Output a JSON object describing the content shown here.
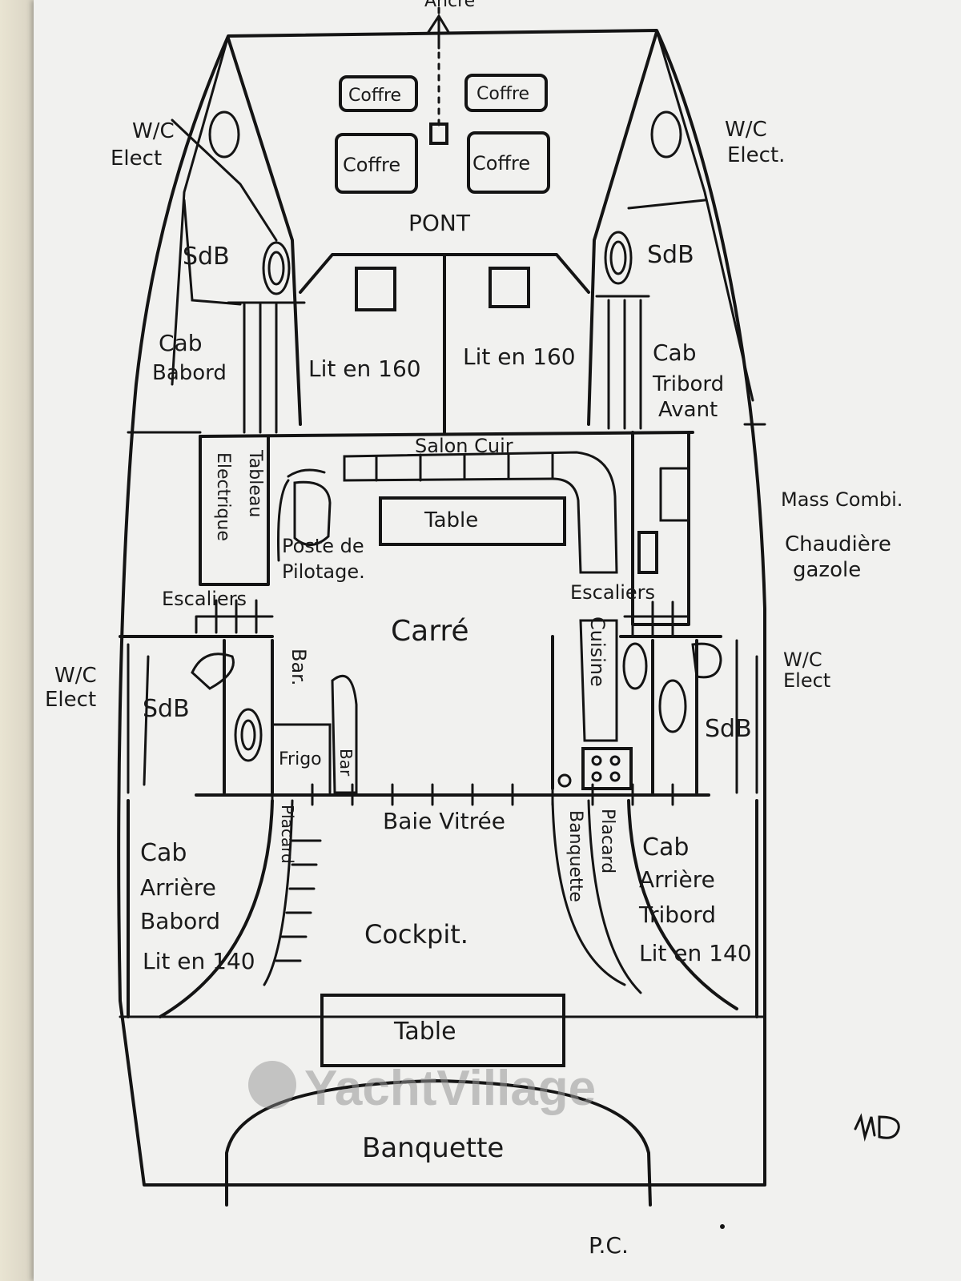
{
  "labels": {
    "anchor": "Ancre",
    "coffre_1": "Coffre",
    "coffre_2": "Coffre",
    "coffre_3": "Coffre",
    "coffre_4": "Coffre",
    "pont": "PONT",
    "wc_elect_fwd_left_1": "W/C",
    "wc_elect_fwd_left_2": "Elect",
    "wc_elect_fwd_right_1": "W/C",
    "wc_elect_fwd_right_2": "Elect.",
    "sdb_fwd_left": "SdB",
    "sdb_fwd_right": "SdB",
    "cab_babord_1": "Cab",
    "cab_babord_2": "Babord",
    "lit_160_left": "Lit en 160",
    "lit_160_right": "Lit en 160",
    "cab_tribord_1": "Cab",
    "cab_tribord_2": "Tribord",
    "cab_tribord_3": "Avant",
    "salon_cuir": "Salon Cuir",
    "tableau_1": "Tableau",
    "tableau_2": "Electrique",
    "table_salon": "Table",
    "mass_combi": "Mass Combi.",
    "chaudiere_1": "Chaudière",
    "chaudiere_2": "gazole",
    "poste_1": "Poste de",
    "poste_2": "Pilotage.",
    "escaliers_left": "Escaliers",
    "escaliers_right": "Escaliers",
    "carre": "Carré",
    "cuisine": "Cuisine",
    "wc_elect_mid_left_1": "W/C",
    "wc_elect_mid_left_2": "Elect",
    "wc_elect_mid_right_1": "W/C",
    "wc_elect_mid_right_2": "Elect",
    "sdb_mid_left": "SdB",
    "sdb_mid_right": "SdB",
    "bar_1": "Bar.",
    "bar_2": "Bar",
    "frigo": "Frigo",
    "baie_vitree": "Baie Vitrée",
    "placard_left": "Placard",
    "placard_right": "Placard",
    "banquette_side": "Banquette",
    "cab_arr_babord_1": "Cab",
    "cab_arr_babord_2": "Arrière",
    "cab_arr_babord_3": "Babord",
    "cab_arr_babord_4": "Lit en 140",
    "cab_arr_tribord_1": "Cab",
    "cab_arr_tribord_2": "Arrière",
    "cab_arr_tribord_3": "Tribord",
    "cab_arr_tribord_4": "Lit en 140",
    "cockpit": "Cockpit.",
    "table_cockpit": "Table",
    "banquette": "Banquette",
    "watermark": "YachtVillage",
    "pc": "P.C."
  }
}
